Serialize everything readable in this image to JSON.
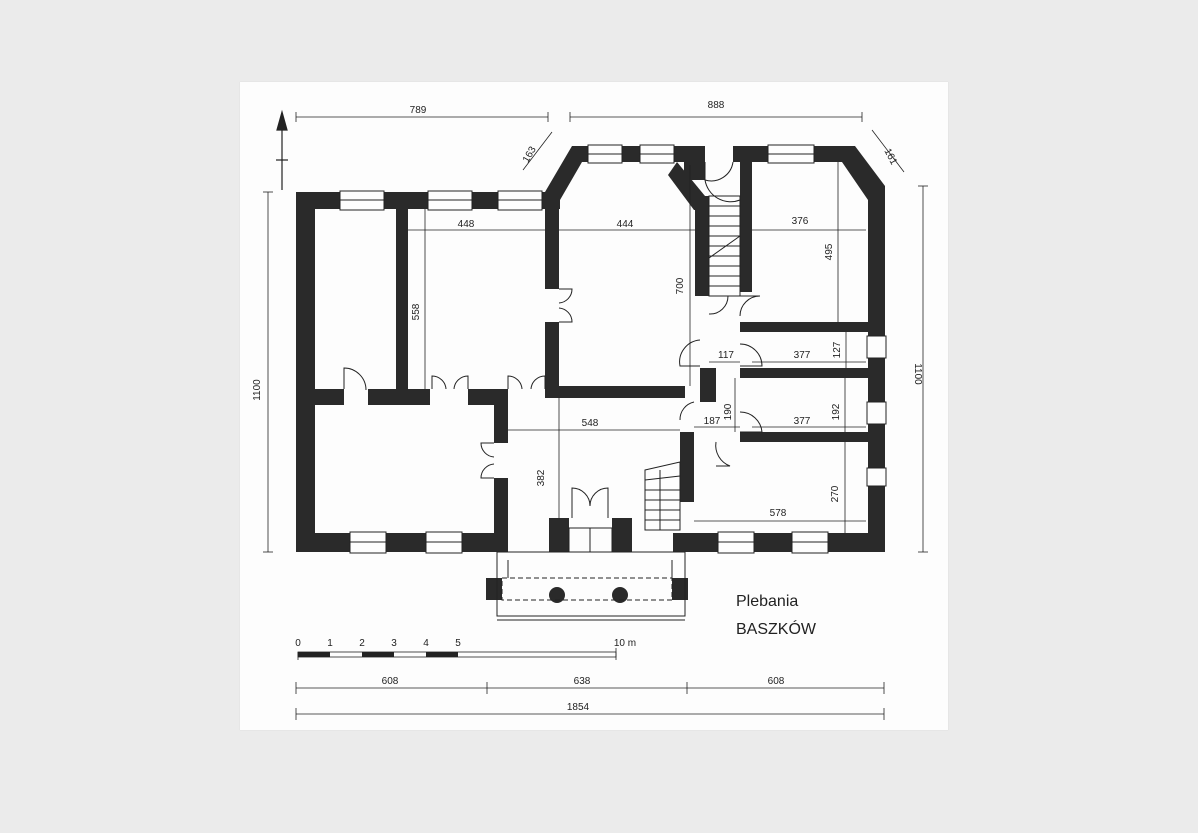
{
  "plan": {
    "title_line1": "Plebania",
    "title_line2": "BASZKÓW",
    "north_label": "north-arrow-icon",
    "colors": {
      "wall": "#2a2a2a",
      "line": "#222222",
      "paper": "#fdfdfd",
      "background": "#ebebeb"
    }
  },
  "dimensions": {
    "top_left": "789",
    "top_right": "888",
    "corner_left": "163",
    "corner_right": "161",
    "left_height": "1100",
    "right_height": "1100",
    "bottom_1": "608",
    "bottom_2": "638",
    "bottom_3": "608",
    "bottom_total": "1854"
  },
  "rooms": {
    "r1_width": "448",
    "r1_depth": "558",
    "r2_width": "444",
    "r2_depth": "700",
    "r3_width": "376",
    "r3_depth": "495",
    "corridor_width": "117",
    "r4_width": "377",
    "r4_depth": "127",
    "r5_a": "187",
    "r5_b": "190",
    "r6_width": "377",
    "r6_depth": "192",
    "hall_width": "548",
    "hall_depth": "382",
    "r7_width": "578",
    "r7_depth": "270"
  },
  "scale": {
    "ticks": [
      "0",
      "1",
      "2",
      "3",
      "4",
      "5"
    ],
    "end_label": "10 m"
  }
}
